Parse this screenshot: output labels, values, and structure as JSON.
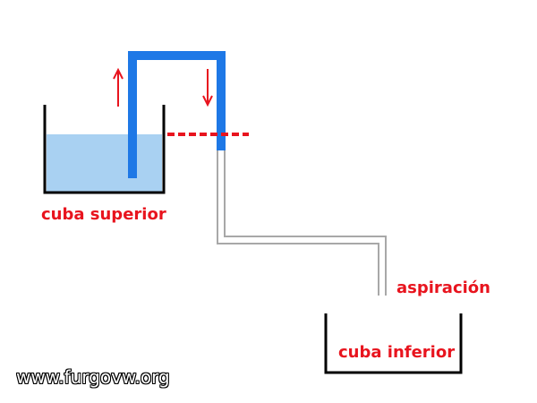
{
  "labels": {
    "upper_tank": "cuba superior",
    "suction": "aspiración",
    "lower_tank": "cuba inferior"
  },
  "watermark": "www.furgovw.org",
  "colors": {
    "label_text": "#e8141e",
    "arrow": "#e8141e",
    "level_line": "#e8141e",
    "water": "#a9d1f2",
    "hose_filled": "#1e78e6",
    "hose_empty_outline": "#a8a8a8",
    "tank_wall": "#000000"
  }
}
